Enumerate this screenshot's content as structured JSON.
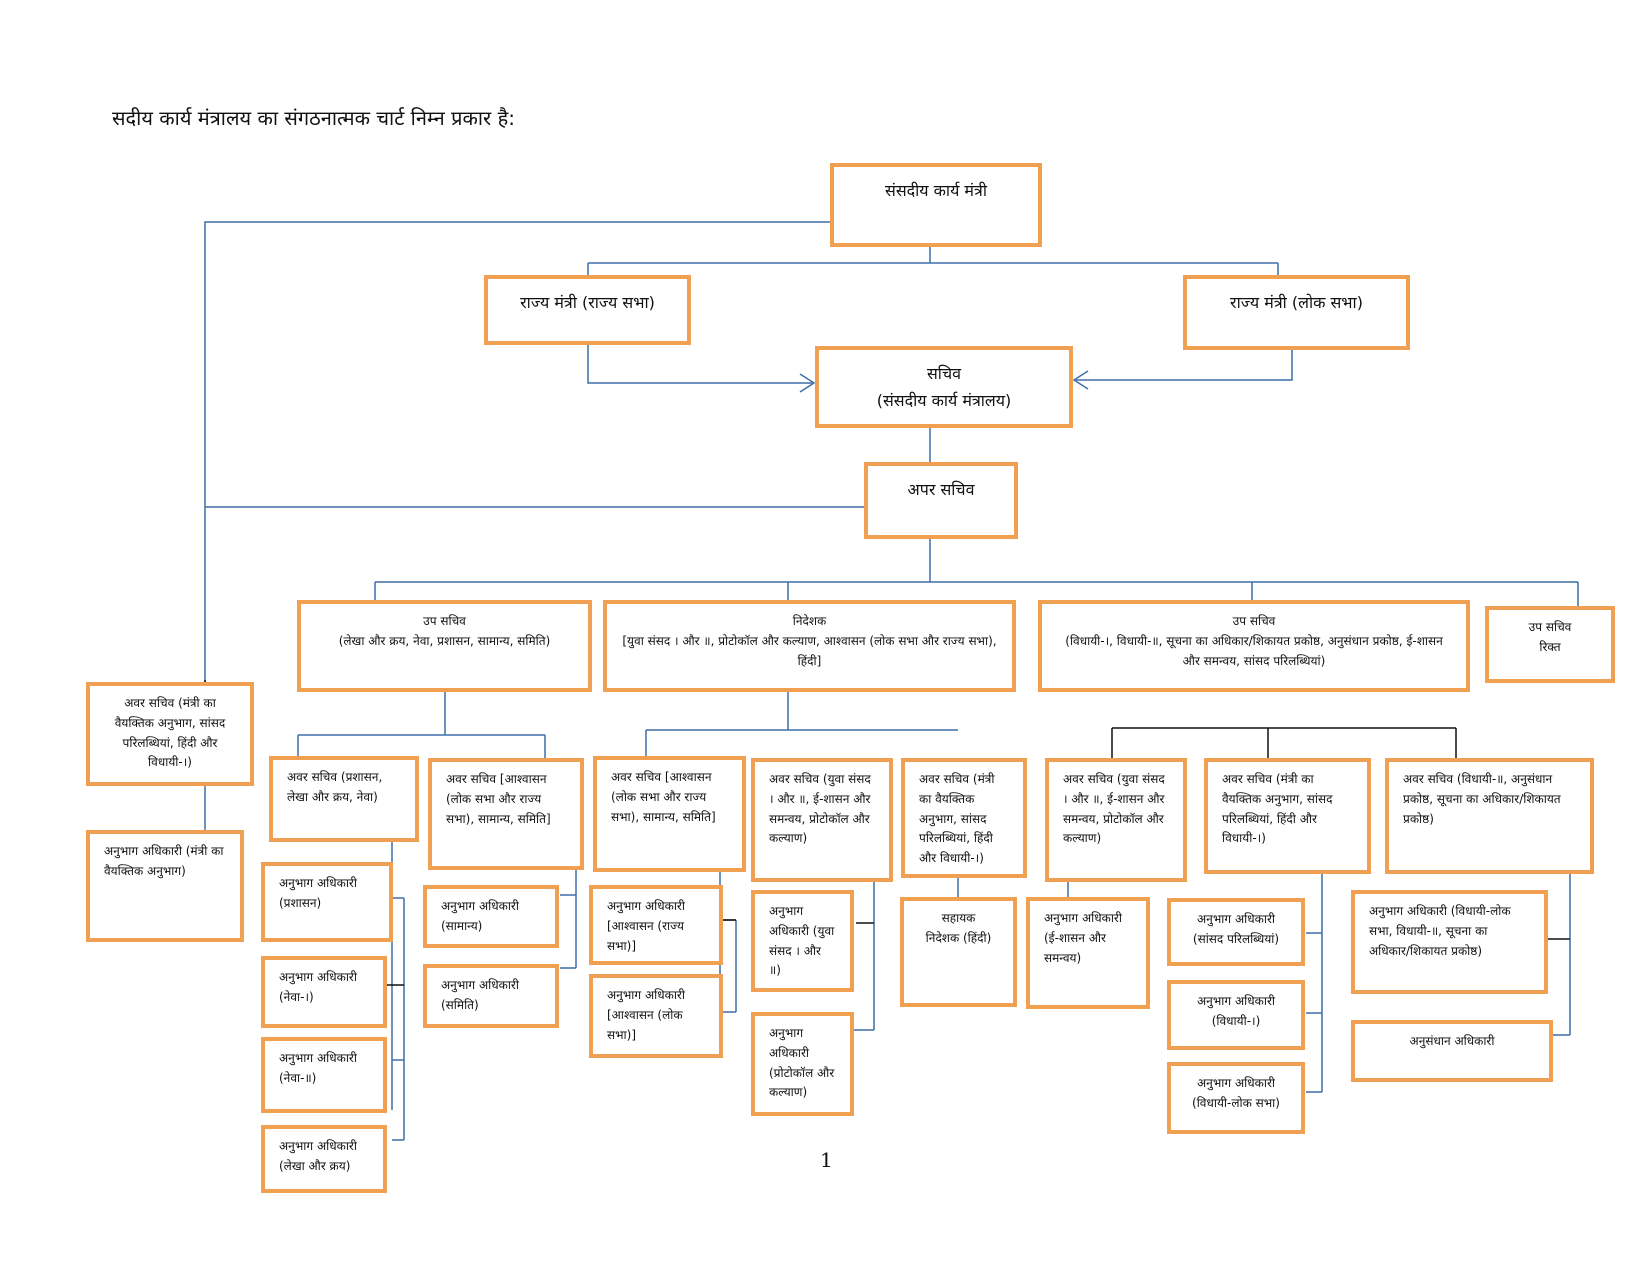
{
  "heading": "सदीय कार्य मंत्रालय का संगठनात्मक चार्ट निम्न प्रकार है:",
  "page_number": "1",
  "colors": {
    "box_border": "#f0a050",
    "line_blue": "#3e6fa8",
    "line_black": "#111111"
  },
  "boxes": {
    "minister": "संसदीय कार्य मंत्री",
    "mos_rs": "राज्य मंत्री (राज्य सभा)",
    "mos_ls": "राज्य मंत्री (लोक सभा)",
    "secretary": "सचिव\n(संसदीय कार्य मंत्रालय)",
    "addl_secretary": "अपर सचिव",
    "ds1": "उप सचिव\n(लेखा और क्रय, नेवा, प्रशासन, सामान्य, समिति)",
    "director": "निदेशक\n[युवा संसद । और ॥, प्रोटोकॉल और कल्याण, आश्वासन (लोक सभा और राज्य सभा), हिंदी]",
    "ds2": "उप सचिव\n(विधायी-।, विधायी-॥, सूचना का अधिकार/शिकायत प्रकोष्ठ, अनुसंधान प्रकोष्ठ, ई-शासन और समन्वय, सांसद परिलब्धियां)",
    "ds3": "उप सचिव\nरिक्त",
    "us_left": "अवर सचिव (मंत्री का वैयक्तिक अनुभाग, सांसद परिलब्धियां, हिंदी और विधायी-।)",
    "so_left": "अनुभाग अधिकारी (मंत्री का वैयक्तिक अनुभाग)",
    "us_a": "अवर सचिव (प्रशासन, लेखा और क्रय, नेवा)",
    "us_b": "अवर सचिव [आश्वासन (लोक सभा और राज्य सभा), सामान्य, समिति]",
    "us_c": "अवर सचिव [आश्वासन (लोक सभा और राज्य सभा), सामान्य, समिति]",
    "us_d": "अवर सचिव (युवा संसद । और ॥, ई-शासन और समन्वय, प्रोटोकॉल और कल्याण)",
    "us_e": "अवर सचिव (मंत्री का वैयक्तिक अनुभाग, सांसद परिलब्धियां, हिंदी और विधायी-।)",
    "us_f": "अवर सचिव (युवा संसद । और ॥, ई-शासन और समन्वय, प्रोटोकॉल और कल्याण)",
    "us_g": "अवर सचिव (मंत्री का वैयक्तिक अनुभाग, सांसद परिलब्धियां, हिंदी और विधायी-।)",
    "us_h": "अवर सचिव (विधायी-॥, अनुसंधान प्रकोष्ठ, सूचना का अधिकार/शिकायत प्रकोष्ठ)",
    "so_admin": "अनुभाग अधिकारी\n(प्रशासन)",
    "so_neva1": "अनुभाग अधिकारी\n(नेवा-।)",
    "so_neva2": "अनुभाग अधिकारी\n(नेवा-॥)",
    "so_accounts": "अनुभाग अधिकारी\n(लेखा और क्रय)",
    "so_general": "अनुभाग अधिकारी\n(सामान्य)",
    "so_committee": "अनुभाग अधिकारी\n(समिति)",
    "so_assur_rs": "अनुभाग अधिकारी [आश्वासन (राज्य सभा)]",
    "so_assur_ls": "अनुभाग अधिकारी [आश्वासन (लोक सभा)]",
    "so_youth": "अनुभाग अधिकारी (युवा संसद । और ॥)",
    "so_protocol": "अनुभाग अधिकारी (प्रोटोकॉल और कल्याण)",
    "asst_director": "सहायक\nनिदेशक (हिंदी)",
    "so_egov": "अनुभाग अधिकारी (ई-शासन और समन्वय)",
    "so_mp": "अनुभाग अधिकारी\n(सांसद परिलब्धियां)",
    "so_leg1": "अनुभाग अधिकारी\n(विधायी-।)",
    "so_leg_ls": "अनुभाग अधिकारी\n(विधायी-लोक सभा)",
    "so_leg_rti": "अनुभाग अधिकारी (विधायी-लोक सभा, विधायी-॥, सूचना का अधिकार/शिकायत प्रकोष्ठ)",
    "research_officer": "अनुसंधान अधिकारी"
  }
}
